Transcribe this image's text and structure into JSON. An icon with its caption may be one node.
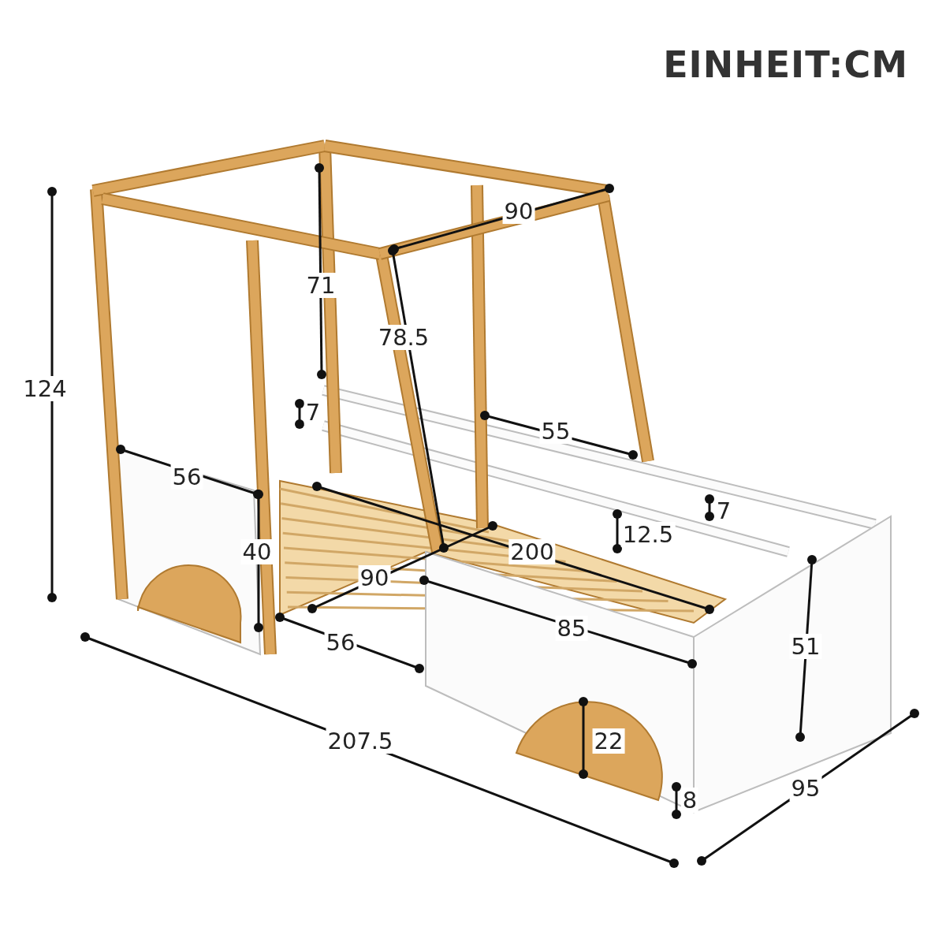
{
  "diagram": {
    "title": "EINHEIT:CM",
    "labels": [
      "90",
      "71",
      "78.5",
      "124",
      "7",
      "55",
      "56",
      "7",
      "12.5",
      "200",
      "40",
      "90",
      "85",
      "56",
      "51",
      "207.5",
      "22",
      "95",
      "8"
    ]
  }
}
